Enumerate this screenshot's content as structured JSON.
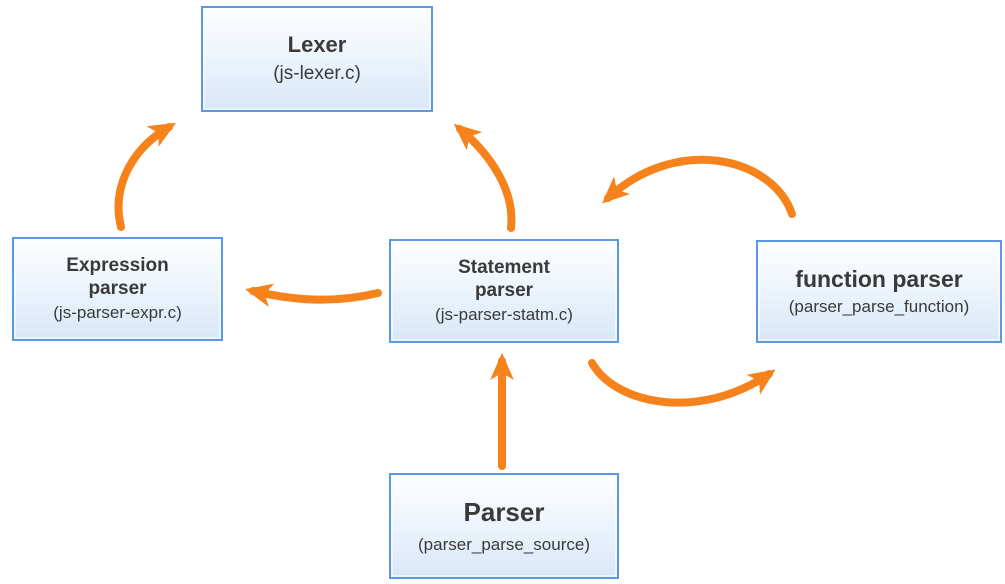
{
  "diagram": {
    "type": "flow-diagram",
    "description": "Parser module call-flow diagram",
    "nodes": {
      "lexer": {
        "title": "Lexer",
        "subtitle": "(js-lexer.c)"
      },
      "expression_parser": {
        "title": "Expression parser",
        "subtitle": "(js-parser-expr.c)"
      },
      "statement_parser": {
        "title": "Statement parser",
        "subtitle": "(js-parser-statm.c)"
      },
      "function_parser": {
        "title": "function parser",
        "subtitle": "(parser_parse_function)"
      },
      "parser": {
        "title": "Parser",
        "subtitle": "(parser_parse_source)"
      }
    },
    "edges": [
      {
        "from": "expression_parser",
        "to": "lexer",
        "style": "curved"
      },
      {
        "from": "statement_parser",
        "to": "lexer",
        "style": "curved"
      },
      {
        "from": "statement_parser",
        "to": "expression_parser",
        "style": "curved"
      },
      {
        "from": "function_parser",
        "to": "statement_parser",
        "style": "arc-over"
      },
      {
        "from": "statement_parser",
        "to": "function_parser",
        "style": "arc-under"
      },
      {
        "from": "parser",
        "to": "statement_parser",
        "style": "straight"
      }
    ],
    "colors": {
      "arrow": "#f6821c",
      "node_border": "#5b97e3",
      "node_fill_top": "#fdfeff",
      "node_fill_bottom": "#d8e7f8",
      "text": "#3a3a3a",
      "background": "#ffffff"
    }
  }
}
